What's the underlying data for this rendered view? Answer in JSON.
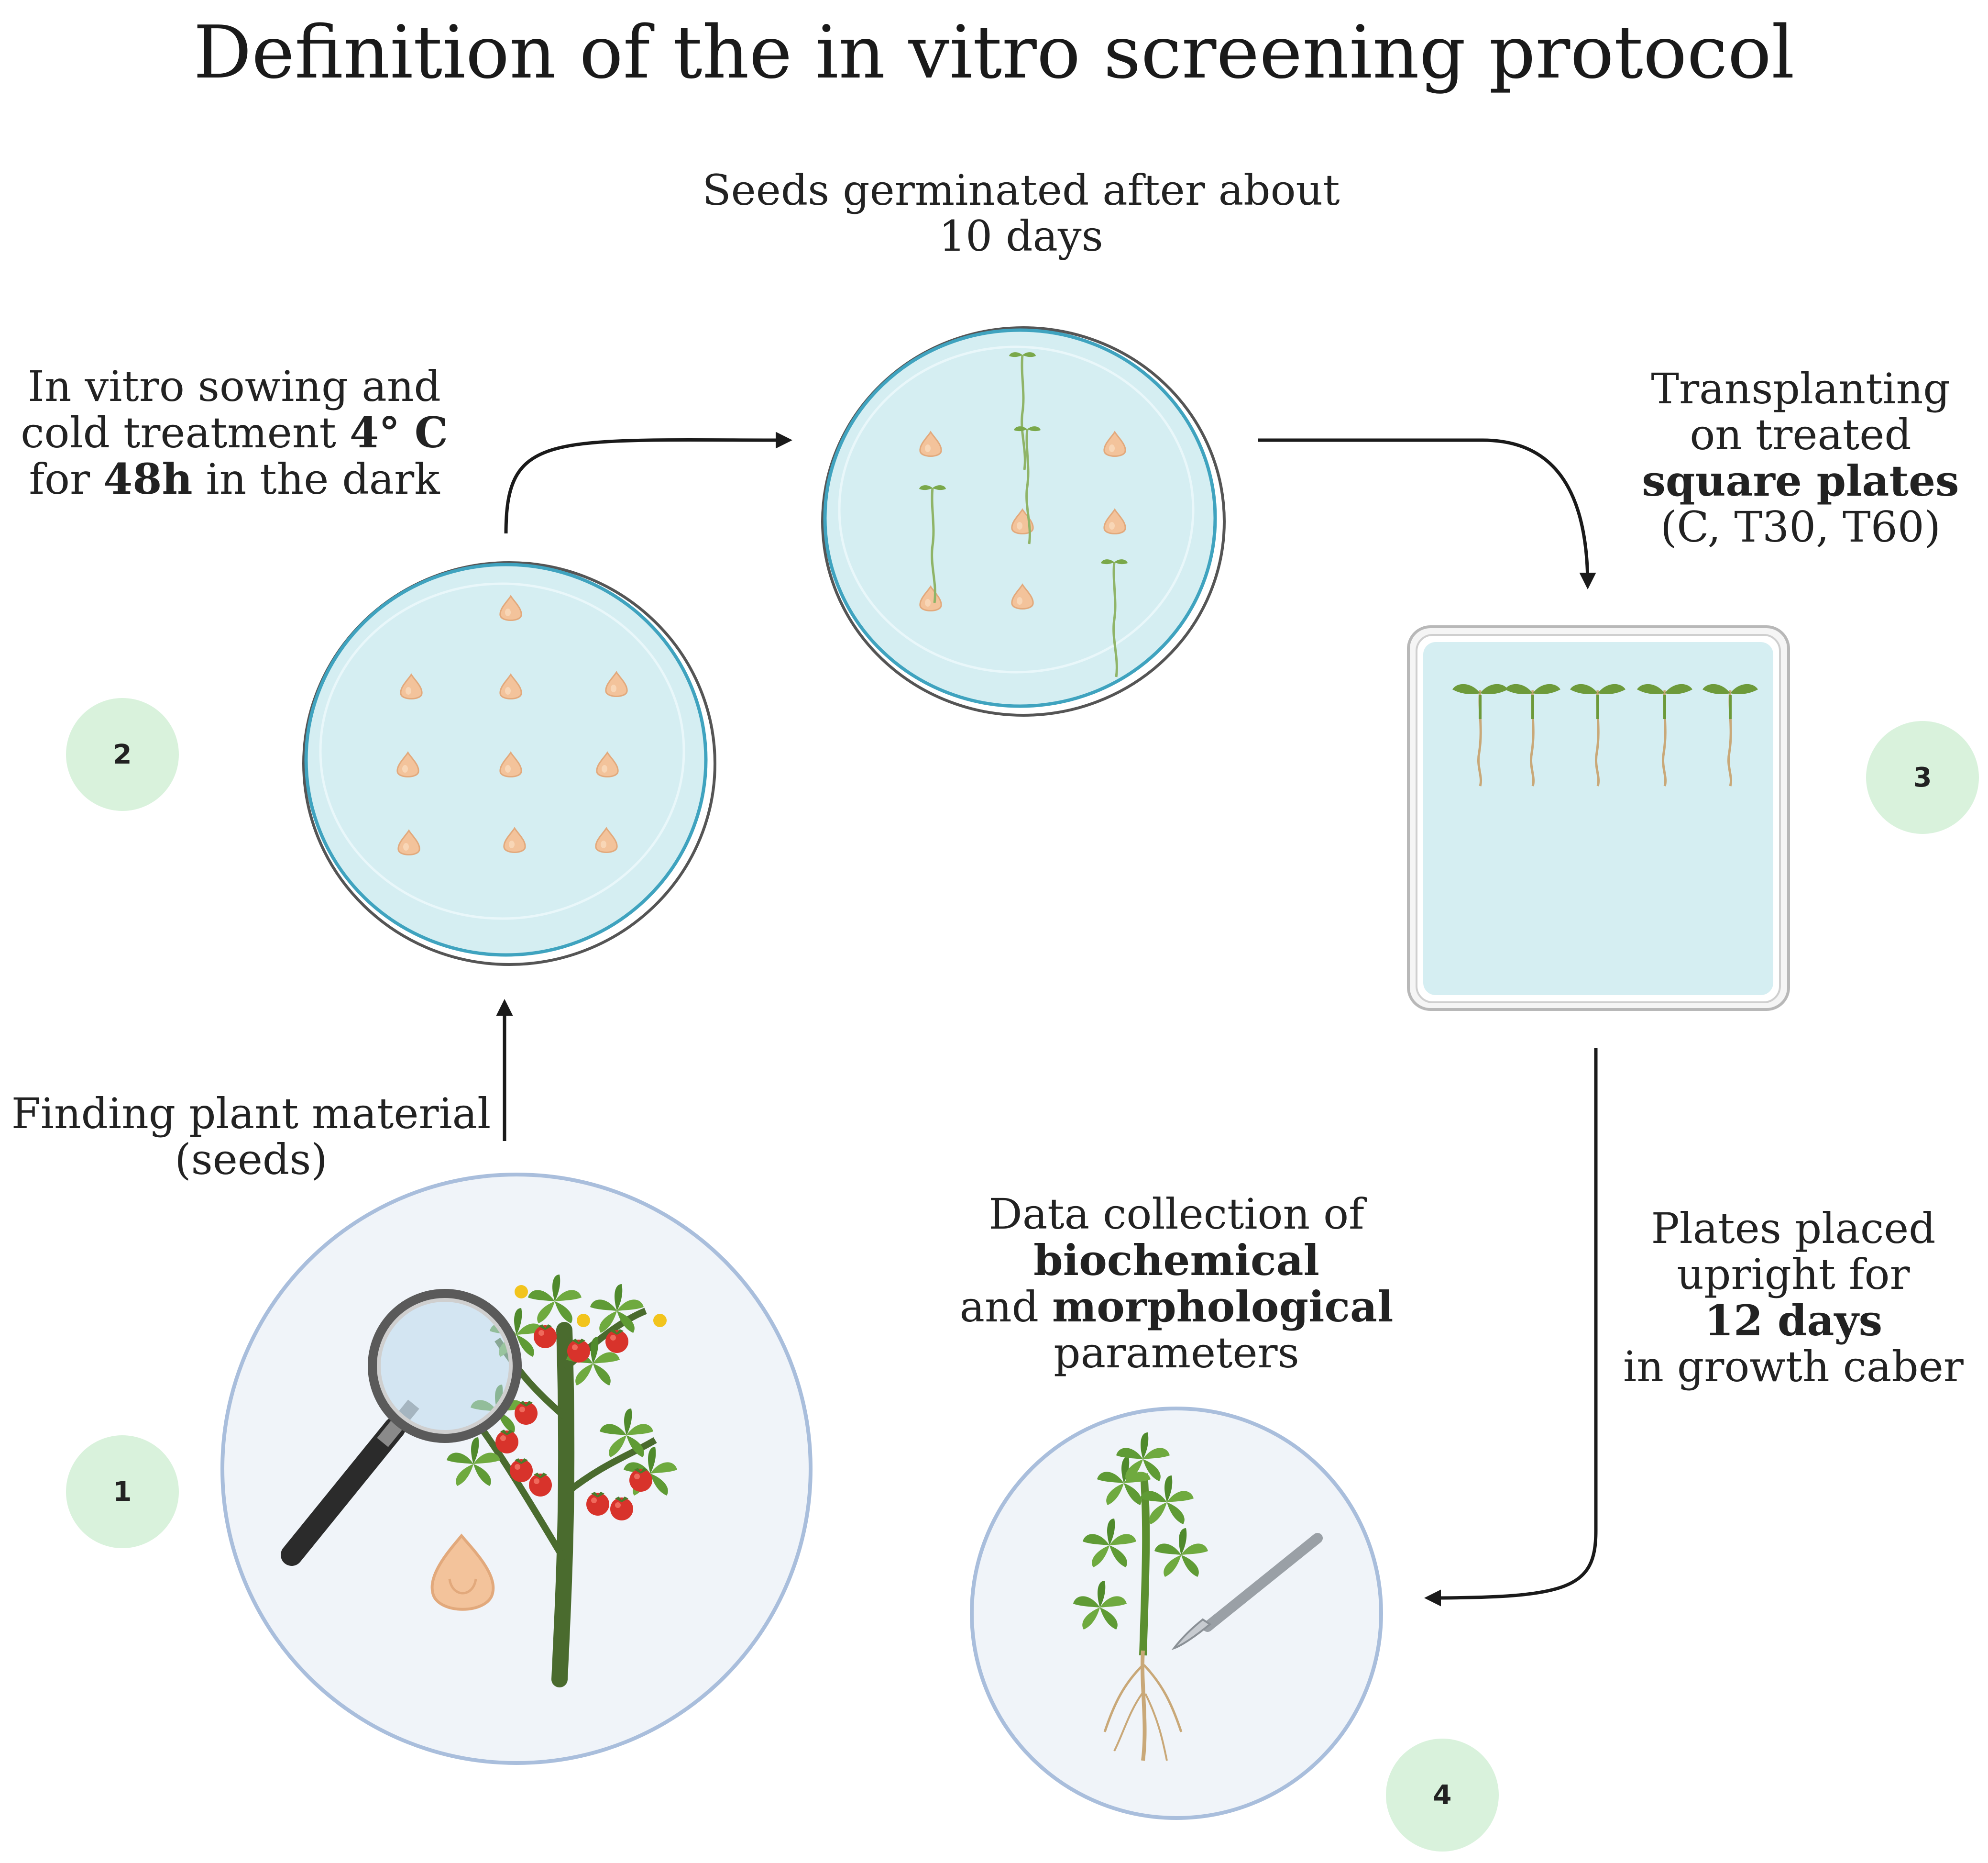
{
  "title": "Definition of the in vitro screening protocol",
  "steps": [
    {
      "number": "1",
      "lines": [
        [
          {
            "t": "Finding plant material",
            "b": false
          }
        ],
        [
          {
            "t": "(seeds)",
            "b": false
          }
        ]
      ]
    },
    {
      "number": "2",
      "lines": [
        [
          {
            "t": "In vitro sowing and",
            "b": false
          }
        ],
        [
          {
            "t": "cold treatment ",
            "b": false
          },
          {
            "t": "4° C",
            "b": true
          }
        ],
        [
          {
            "t": "for ",
            "b": false
          },
          {
            "t": "48h",
            "b": true
          },
          {
            "t": " in the dark",
            "b": false
          }
        ]
      ]
    },
    {
      "number": "",
      "lines": [
        [
          {
            "t": "Seeds germinated after about",
            "b": false
          }
        ],
        [
          {
            "t": "10 days",
            "b": false
          }
        ]
      ]
    },
    {
      "number": "3",
      "lines": [
        [
          {
            "t": "Transplanting",
            "b": false
          }
        ],
        [
          {
            "t": "on treated",
            "b": false
          }
        ],
        [
          {
            "t": "square plates",
            "b": true
          }
        ],
        [
          {
            "t": "(C, T30, T60)",
            "b": false
          }
        ]
      ]
    },
    {
      "number": "",
      "lines": [
        [
          {
            "t": "Plates placed",
            "b": false
          }
        ],
        [
          {
            "t": "upright for",
            "b": false
          }
        ],
        [
          {
            "t": "12 days",
            "b": true
          }
        ],
        [
          {
            "t": "in growth caber",
            "b": false
          }
        ]
      ]
    },
    {
      "number": "4",
      "lines": [
        [
          {
            "t": "Data collection of",
            "b": false
          }
        ],
        [
          {
            "t": "biochemical",
            "b": true
          }
        ],
        [
          {
            "t": "and ",
            "b": false
          },
          {
            "t": "morphological",
            "b": true
          }
        ],
        [
          {
            "t": "parameters",
            "b": false
          }
        ]
      ]
    }
  ],
  "colors": {
    "badge": "#d9f2dc",
    "agar": "#d5eef2",
    "dish_rim": "#3fa3bf",
    "seed": "#f3c39b",
    "seedling": "#7aa84a",
    "circle_border": "#a9bedc",
    "circle_fill": "#f0f4f9",
    "tomato": "#d8332b",
    "stem": "#4a6b2e",
    "arrow": "#1a1a1a"
  },
  "icons": [
    "magnifier-icon",
    "tomato-plant-icon",
    "seed-icon",
    "petri-dish-icon",
    "square-plate-icon",
    "seedling-icon",
    "scalpel-icon",
    "plant-with-roots-icon",
    "arrow-icon"
  ]
}
